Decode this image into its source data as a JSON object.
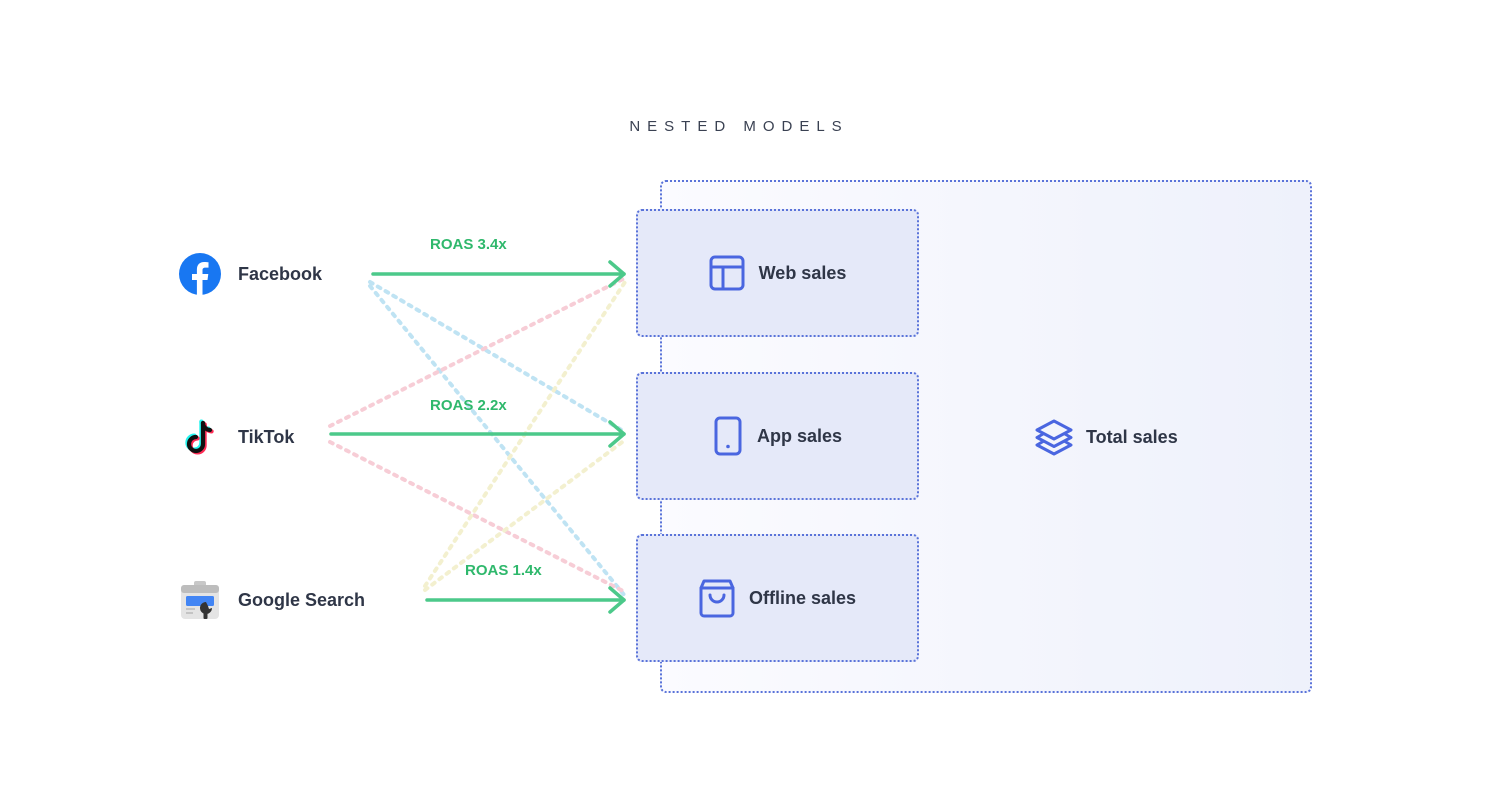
{
  "title": "NESTED MODELS",
  "sources": [
    {
      "label": "Facebook",
      "icon": "facebook-icon"
    },
    {
      "label": "TikTok",
      "icon": "tiktok-icon"
    },
    {
      "label": "Google Search",
      "icon": "google-search-console-icon"
    }
  ],
  "roas": [
    "ROAS 3.4x",
    "ROAS 2.2x",
    "ROAS 1.4x"
  ],
  "models": [
    {
      "label": "Web sales",
      "icon": "layout-icon"
    },
    {
      "label": "App sales",
      "icon": "phone-icon"
    },
    {
      "label": "Offline sales",
      "icon": "shopping-bag-icon"
    }
  ],
  "total": {
    "label": "Total sales",
    "icon": "layers-icon"
  },
  "colors": {
    "arrow": "#4cc98a",
    "roas_text": "#2fb86c",
    "box_border": "#5a73d9",
    "icon": "#4a66e0",
    "facebook": "#1877f2",
    "dotted_blue": "#bfe3f3",
    "dotted_pink": "#f7cdd6",
    "dotted_yellow": "#f3f0cf"
  }
}
